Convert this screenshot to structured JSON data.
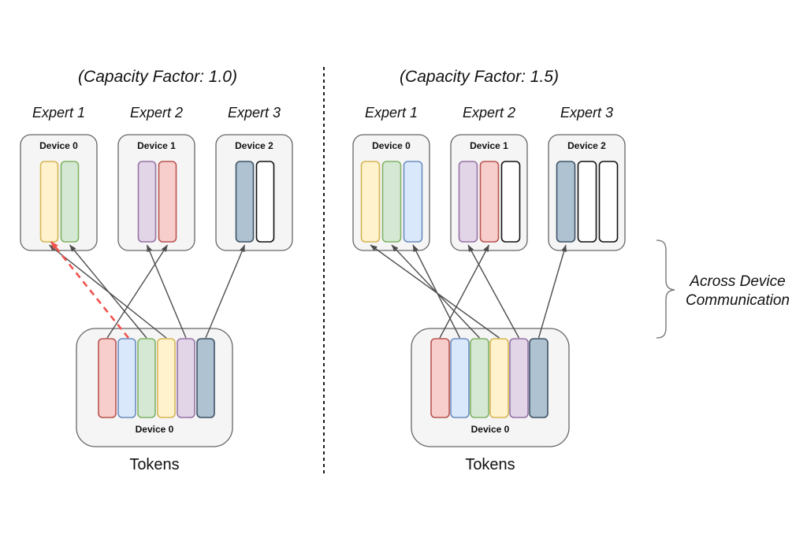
{
  "figure": {
    "panels": [
      {
        "title": "(Capacity Factor: 1.0)",
        "experts": [
          {
            "label": "Expert 1",
            "device": "Device 0",
            "slots": [
              "yellow",
              "green"
            ]
          },
          {
            "label": "Expert 2",
            "device": "Device 1",
            "slots": [
              "purple",
              "red"
            ]
          },
          {
            "label": "Expert 3",
            "device": "Device 2",
            "slots": [
              "gray",
              "white"
            ]
          }
        ],
        "token_box": {
          "device": "Device 0",
          "tokens": [
            "red",
            "blue",
            "green",
            "yellow",
            "purple",
            "gray"
          ],
          "label": "Tokens"
        },
        "routes": [
          {
            "token": "yellow",
            "expert": "Expert 1"
          },
          {
            "token": "green",
            "expert": "Expert 1"
          },
          {
            "token": "red",
            "expert": "Expert 2"
          },
          {
            "token": "purple",
            "expert": "Expert 2"
          },
          {
            "token": "gray",
            "expert": "Expert 3"
          }
        ],
        "dropped_routes": [
          {
            "token": "blue",
            "expert": "Expert 1"
          }
        ]
      },
      {
        "title": "(Capacity Factor: 1.5)",
        "experts": [
          {
            "label": "Expert 1",
            "device": "Device 0",
            "slots": [
              "yellow",
              "green",
              "blue"
            ]
          },
          {
            "label": "Expert 2",
            "device": "Device 1",
            "slots": [
              "purple",
              "red",
              "white"
            ]
          },
          {
            "label": "Expert 3",
            "device": "Device 2",
            "slots": [
              "gray",
              "white",
              "white"
            ]
          }
        ],
        "token_box": {
          "device": "Device 0",
          "tokens": [
            "red",
            "blue",
            "green",
            "yellow",
            "purple",
            "gray"
          ],
          "label": "Tokens"
        },
        "routes": [
          {
            "token": "yellow",
            "expert": "Expert 1"
          },
          {
            "token": "green",
            "expert": "Expert 1"
          },
          {
            "token": "blue",
            "expert": "Expert 1"
          },
          {
            "token": "purple",
            "expert": "Expert 2"
          },
          {
            "token": "red",
            "expert": "Expert 2"
          },
          {
            "token": "gray",
            "expert": "Expert 3"
          }
        ],
        "dropped_routes": []
      }
    ],
    "annotation": {
      "line1": "Across Device",
      "line2": "Communication"
    }
  },
  "colors": {
    "red": {
      "fill": "#F8CECC",
      "stroke": "#B85450"
    },
    "blue": {
      "fill": "#DAE8FC",
      "stroke": "#6C8EBF"
    },
    "green": {
      "fill": "#D5E8D4",
      "stroke": "#82B366"
    },
    "yellow": {
      "fill": "#FFF2CC",
      "stroke": "#D6B656"
    },
    "purple": {
      "fill": "#E1D5E7",
      "stroke": "#9673A6"
    },
    "gray": {
      "fill": "#AFC2D1",
      "stroke": "#3D5265"
    },
    "white": {
      "fill": "#FFFFFF",
      "stroke": "#111111"
    },
    "device_box": {
      "fill": "#F5F5F5",
      "stroke": "#666666"
    },
    "arrow": {
      "stroke": "#4D4D4D"
    },
    "dropped": {
      "stroke": "#EF534E"
    },
    "divider": {
      "stroke": "#1A1A1A"
    },
    "brace": {
      "stroke": "#7F7F7F"
    },
    "label_text": {
      "fill": "#111111"
    }
  }
}
